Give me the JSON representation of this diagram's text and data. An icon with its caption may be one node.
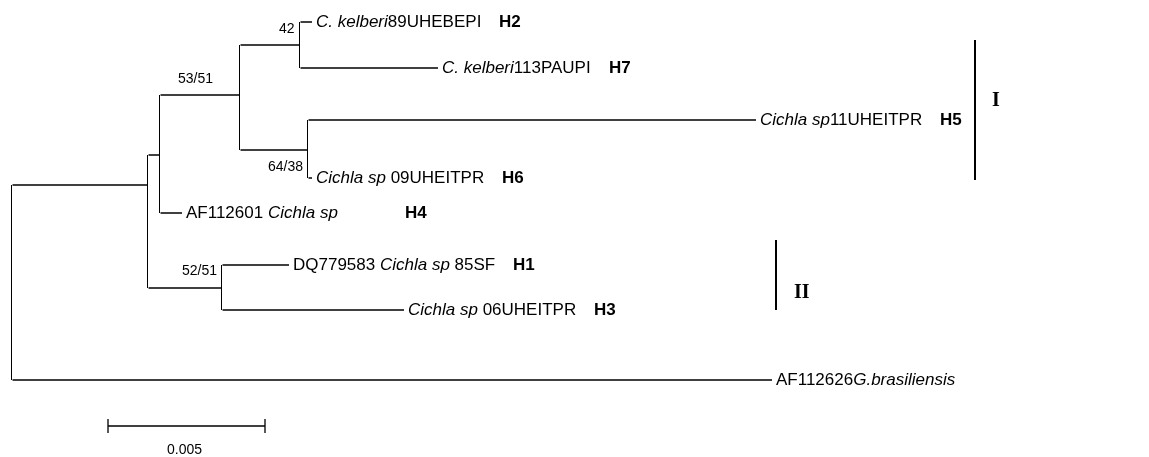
{
  "diagram": {
    "nodes": [
      {
        "text": [],
        "shape": "point"
      },
      {
        "text": [],
        "shape": "point"
      },
      {
        "text": [],
        "shape": "point"
      },
      {
        "text": [],
        "shape": "point",
        "beside": [
          "53/51"
        ]
      },
      {
        "text": [],
        "shape": "point",
        "beside": [
          "42"
        ]
      },
      {
        "text": [
          "*C. kelberi*",
          "89UHEBEPI",
          "H2"
        ]
      },
      {
        "text": [
          "*C. kelberi*",
          "113PAUPI",
          "H7"
        ]
      },
      {
        "text": [],
        "shape": "point",
        "beside": [
          "64/38"
        ]
      },
      {
        "text": [
          "*Cichla sp*",
          "11UHEITPR",
          "H5"
        ]
      },
      {
        "text": [
          "*Cichla sp* 09UHEITPR",
          "H6"
        ]
      },
      {
        "text": [
          "AF112601 *Cichla sp*",
          "H4"
        ]
      },
      {
        "text": [],
        "shape": "point",
        "beside": [
          "52/51"
        ]
      },
      {
        "text": [
          "DQ779583 *Cichla sp* 85SF",
          "H1"
        ]
      },
      {
        "text": [
          "*Cichla sp* 06UHEITPR",
          "H3"
        ]
      },
      {
        "text": [
          "AF112626",
          "*G.brasiliensis*"
        ]
      }
    ],
    "edges": [
      {
        "from": 0,
        "to": 1,
        "arrow": "none"
      },
      {
        "from": 1,
        "to": 2,
        "arrow": "none"
      },
      {
        "from": 2,
        "to": 3,
        "arrow": "none"
      },
      {
        "from": 3,
        "to": 4,
        "arrow": "none"
      },
      {
        "from": 4,
        "to": 5,
        "arrow": "none"
      },
      {
        "from": 4,
        "to": 6,
        "arrow": "none"
      },
      {
        "from": 3,
        "to": 7,
        "arrow": "none"
      },
      {
        "from": 7,
        "to": 8,
        "arrow": "none"
      },
      {
        "from": 7,
        "to": 9,
        "arrow": "none"
      },
      {
        "from": 2,
        "to": 10,
        "arrow": "none"
      },
      {
        "from": 1,
        "to": 11,
        "arrow": "none"
      },
      {
        "from": 11,
        "to": 12,
        "arrow": "none"
      },
      {
        "from": 11,
        "to": 13,
        "arrow": "none"
      },
      {
        "from": 0,
        "to": 14,
        "arrow": "none"
      }
    ],
    "labels": [
      "I",
      "II",
      "0.005"
    ]
  }
}
